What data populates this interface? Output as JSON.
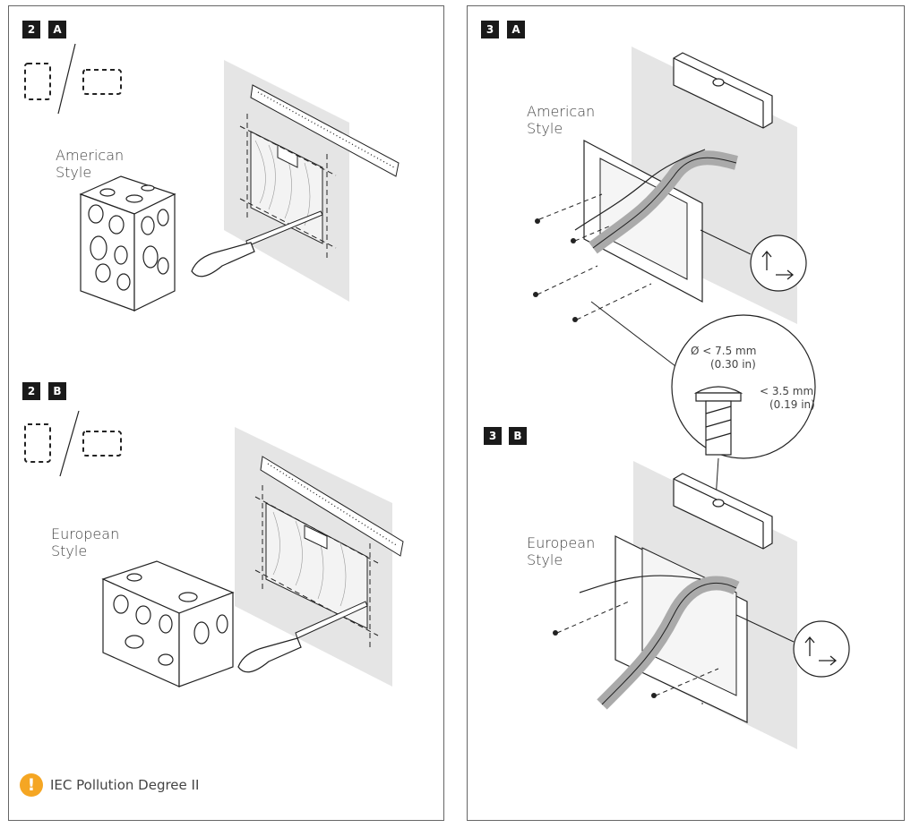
{
  "steps": {
    "step_2a": {
      "number": "2",
      "letter": "A",
      "style_label_line1": "American",
      "style_label_line2": "Style"
    },
    "step_2b": {
      "number": "2",
      "letter": "B",
      "style_label_line1": "European",
      "style_label_line2": "Style"
    },
    "step_3a": {
      "number": "3",
      "letter": "A",
      "style_label_line1": "American",
      "style_label_line2": "Style"
    },
    "step_3b": {
      "number": "3",
      "letter": "B",
      "style_label_line1": "European",
      "style_label_line2": "Style"
    }
  },
  "screw_spec": {
    "diameter": "Ø < 7.5 mm",
    "diameter_in": "(0.30 in)",
    "head_height": "< 3.5 mm",
    "head_height_in": "(0.19 in)"
  },
  "notice": {
    "icon": "exclamation-icon",
    "text": "IEC Pollution Degree II",
    "color": "#f5a623"
  }
}
